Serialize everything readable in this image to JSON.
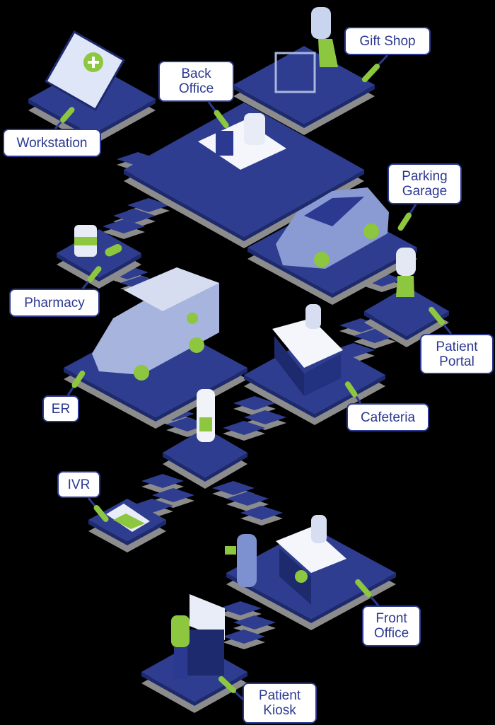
{
  "colors": {
    "navy": "#2b3990",
    "platform": "#2e3d8f",
    "shadow": "#8c8c8c",
    "green": "#8dc63f",
    "light": "#a9b7e0",
    "background": "#000000"
  },
  "locations": [
    {
      "id": "gift-shop",
      "label": "Gift Shop"
    },
    {
      "id": "back-office",
      "label": "Back\nOffice"
    },
    {
      "id": "workstation",
      "label": "Workstation"
    },
    {
      "id": "parking-garage",
      "label": "Parking\nGarage"
    },
    {
      "id": "pharmacy",
      "label": "Pharmacy"
    },
    {
      "id": "patient-portal",
      "label": "Patient\nPortal"
    },
    {
      "id": "er",
      "label": "ER"
    },
    {
      "id": "cafeteria",
      "label": "Cafeteria"
    },
    {
      "id": "ivr",
      "label": "IVR"
    },
    {
      "id": "front-office",
      "label": "Front\nOffice"
    },
    {
      "id": "patient-kiosk",
      "label": "Patient\nKiosk"
    }
  ]
}
